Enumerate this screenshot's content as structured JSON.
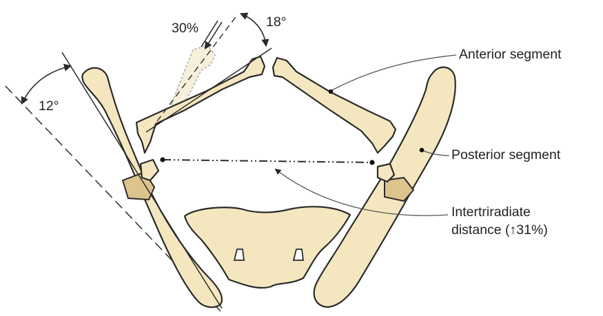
{
  "labels": {
    "anterior_segment": "Anterior segment",
    "posterior_segment": "Posterior segment",
    "intertriradiate_line1": "Intertriradiate",
    "intertriradiate_line2": "distance (↑31%)",
    "angle_12": "12°",
    "angle_18": "18°",
    "percent_30": "30%"
  },
  "colors": {
    "bone_fill": "#f4e7bf",
    "cartilage_fill": "#dcc48c",
    "outline": "#2a2a2a",
    "background": "#ffffff"
  }
}
